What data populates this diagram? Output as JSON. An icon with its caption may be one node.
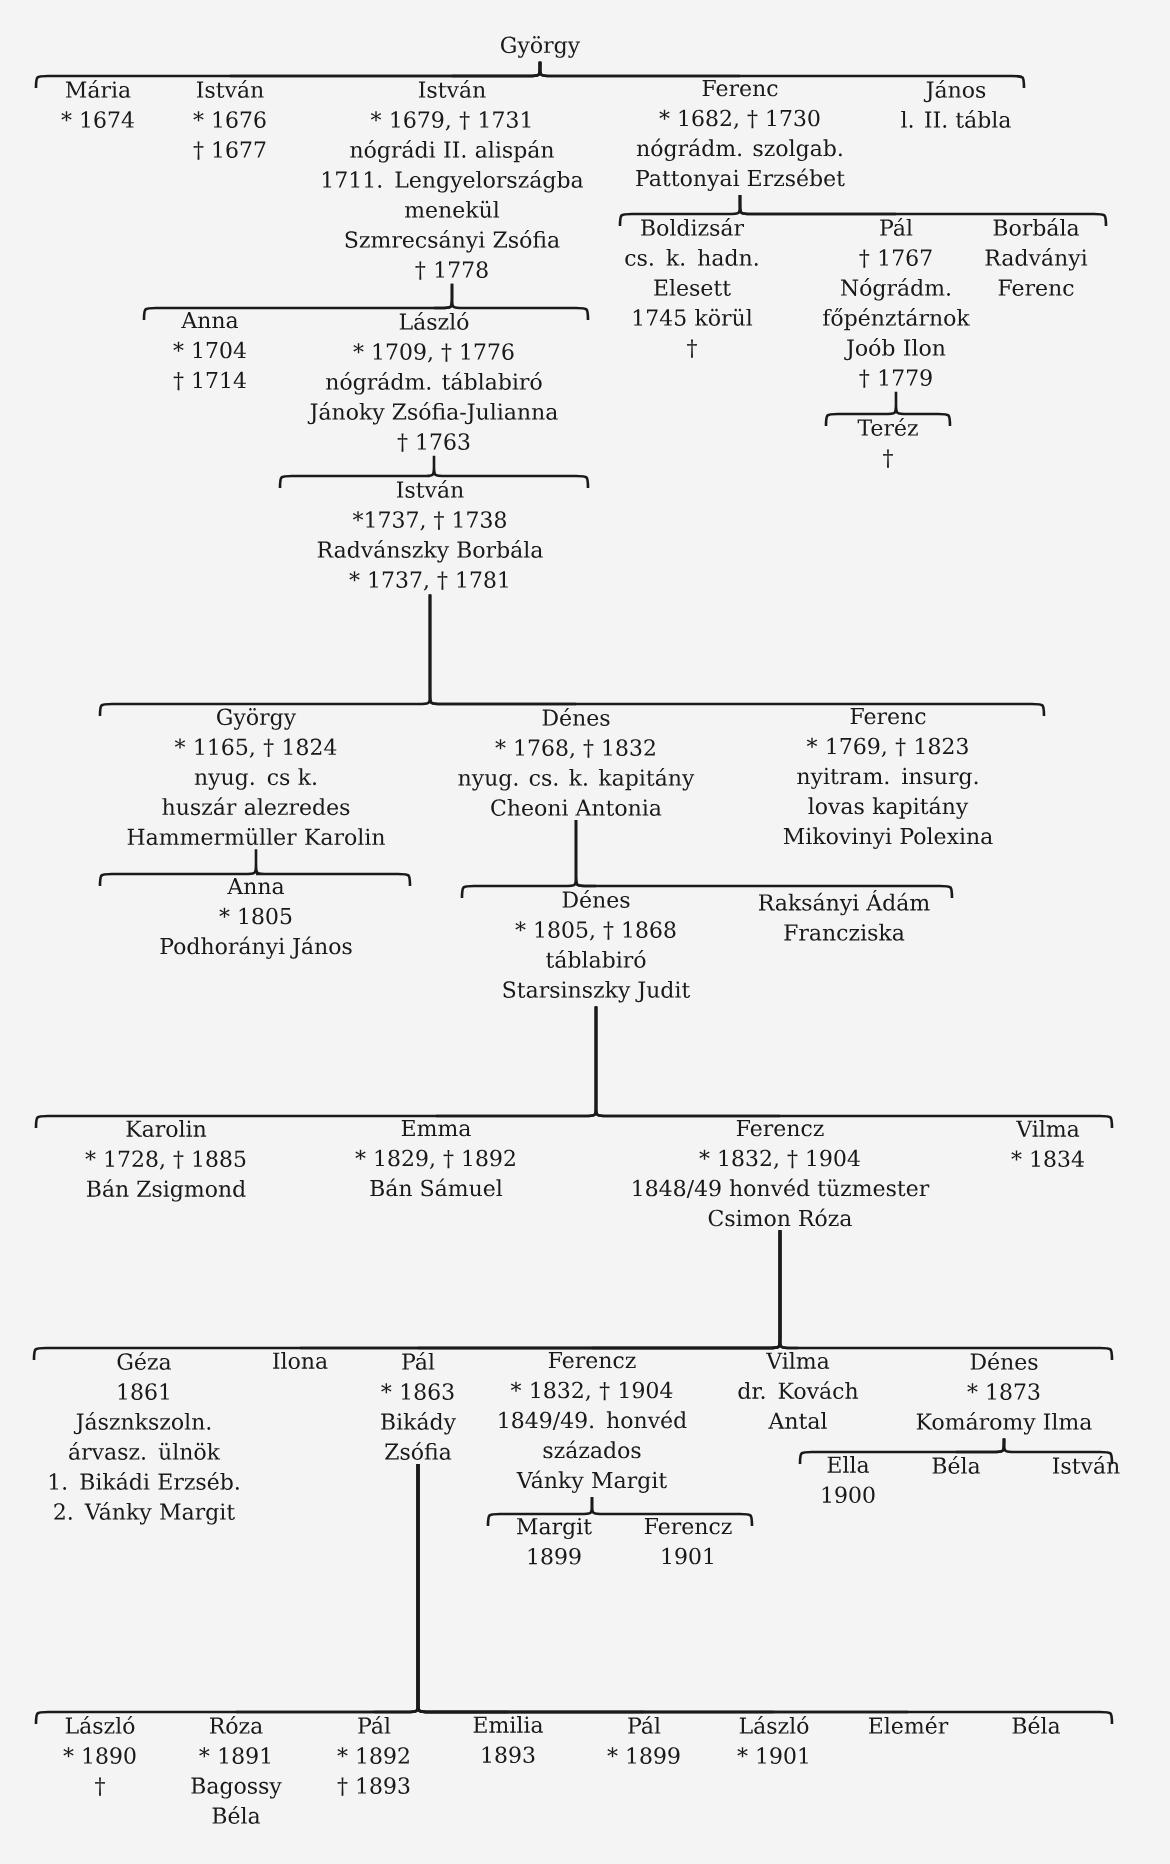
{
  "diagram": {
    "nodes": [
      {
        "text": [
          "György"
        ]
      },
      {
        "text": [
          "Mária",
          "* 1674"
        ]
      },
      {
        "text": [
          "István",
          "* 1676",
          "† 1677"
        ]
      },
      {
        "text": [
          "István",
          "* 1679, † 1731",
          "nógrádi II. alispán",
          "1711. Lengyelországba menekül",
          "Szmrecsányi Zsófia",
          "† 1778"
        ]
      },
      {
        "text": [
          "Ferenc",
          "* 1682, † 1730",
          "nógrádm. szolgab.",
          "Pattonyai Erzsébet"
        ]
      },
      {
        "text": [
          "János",
          "l. II. tábla"
        ]
      },
      {
        "text": [
          "Boldizsár",
          "cs. k. hadn.",
          "Elesett 1745 körül",
          "†"
        ]
      },
      {
        "text": [
          "Pál",
          "† 1767",
          "Nógrádm. főpénztárnok",
          "Joób Ilon",
          "† 1779"
        ]
      },
      {
        "text": [
          "Borbála",
          "Radványi Ferenc"
        ]
      },
      {
        "text": [
          "Teréz",
          "†"
        ]
      },
      {
        "text": [
          "Anna",
          "* 1704",
          "† 1714"
        ]
      },
      {
        "text": [
          "László",
          "* 1709, † 1776",
          "nógrádm. táblabiró",
          "Jánoky Zsófia-Julianna",
          "† 1763"
        ]
      },
      {
        "text": [
          "István",
          "*1737, † 1738",
          "Radvánszky Borbála",
          "* 1737, † 1781"
        ]
      },
      {
        "text": [
          "György",
          "* 1165, † 1824",
          "nyug. cs k. huszár alezredes",
          "Hammermüller Karolin"
        ]
      },
      {
        "text": [
          "Dénes",
          "* 1768, † 1832",
          "nyug. cs. k. kapitány",
          "Cheoni Antonia"
        ]
      },
      {
        "text": [
          "Ferenc",
          "* 1769, † 1823",
          "nyitram. insurg. lovas kapitány",
          "Mikovinyi Polexina"
        ]
      },
      {
        "text": [
          "Anna",
          "* 1805",
          "Podhorányi János"
        ]
      },
      {
        "text": [
          "Dénes",
          "* 1805, † 1868",
          "táblabiró",
          "Starsinszky Judit"
        ]
      },
      {
        "text": [
          "Raksányi Ádám",
          "Francziska"
        ]
      },
      {
        "text": [
          "Karolin",
          "* 1728, † 1885",
          "Bán Zsigmond"
        ]
      },
      {
        "text": [
          "Emma",
          "* 1829, † 1892",
          "Bán Sámuel"
        ]
      },
      {
        "text": [
          "Ferencz",
          "* 1832, † 1904",
          "1848/49 honvéd tüzmester",
          "Csimon Róza"
        ]
      },
      {
        "text": [
          "Vilma",
          "* 1834"
        ]
      },
      {
        "text": [
          "Géza",
          "1861",
          "Jásznkszoln. árvasz. ülnök",
          "1. Bikádi Erzséb.",
          "2. Vánky Margit"
        ]
      },
      {
        "text": [
          "Ilona"
        ]
      },
      {
        "text": [
          "Pál",
          "* 1863",
          "Bikády Zsófia"
        ]
      },
      {
        "text": [
          "Ferencz",
          "* 1832, † 1904",
          "1849/49. honvéd százados",
          "Vánky Margit"
        ]
      },
      {
        "text": [
          "Vilma",
          "dr. Kovách Antal"
        ]
      },
      {
        "text": [
          "Dénes",
          "* 1873",
          "Komáromy Ilma"
        ]
      },
      {
        "text": [
          "Margit",
          "1899"
        ]
      },
      {
        "text": [
          "Ferencz",
          "1901"
        ]
      },
      {
        "text": [
          "Ella",
          "1900"
        ]
      },
      {
        "text": [
          "Béla"
        ]
      },
      {
        "text": [
          "István"
        ]
      },
      {
        "text": [
          "László",
          "* 1890",
          "†"
        ]
      },
      {
        "text": [
          "Róza",
          "* 1891",
          "Bagossy Béla"
        ]
      },
      {
        "text": [
          "Pál",
          "* 1892",
          "† 1893"
        ]
      },
      {
        "text": [
          "Emilia",
          "1893"
        ]
      },
      {
        "text": [
          "Pál",
          "* 1899"
        ]
      },
      {
        "text": [
          "László",
          "* 1901"
        ]
      },
      {
        "text": [
          "Elemér"
        ]
      },
      {
        "text": [
          "Béla"
        ]
      }
    ],
    "edges": [
      {
        "from": 0,
        "to": 1,
        "arrow": "none"
      },
      {
        "from": 0,
        "to": 2,
        "arrow": "none"
      },
      {
        "from": 0,
        "to": 3,
        "arrow": "none"
      },
      {
        "from": 0,
        "to": 4,
        "arrow": "none"
      },
      {
        "from": 0,
        "to": 5,
        "arrow": "none"
      },
      {
        "from": 4,
        "to": 6,
        "arrow": "none"
      },
      {
        "from": 4,
        "to": 7,
        "arrow": "none"
      },
      {
        "from": 4,
        "to": 8,
        "arrow": "none"
      },
      {
        "from": 7,
        "to": 9,
        "arrow": "none"
      },
      {
        "from": 3,
        "to": 10,
        "arrow": "none"
      },
      {
        "from": 3,
        "to": 11,
        "arrow": "none"
      },
      {
        "from": 11,
        "to": 12,
        "arrow": "none"
      },
      {
        "from": 12,
        "to": 13,
        "arrow": "none"
      },
      {
        "from": 12,
        "to": 14,
        "arrow": "none"
      },
      {
        "from": 12,
        "to": 15,
        "arrow": "none"
      },
      {
        "from": 13,
        "to": 16,
        "arrow": "none"
      },
      {
        "from": 14,
        "to": 17,
        "arrow": "none"
      },
      {
        "from": 14,
        "to": 18,
        "arrow": "none"
      },
      {
        "from": 17,
        "to": 19,
        "arrow": "none"
      },
      {
        "from": 17,
        "to": 20,
        "arrow": "none"
      },
      {
        "from": 17,
        "to": 21,
        "arrow": "none"
      },
      {
        "from": 17,
        "to": 22,
        "arrow": "none"
      },
      {
        "from": 21,
        "to": 23,
        "arrow": "none"
      },
      {
        "from": 21,
        "to": 24,
        "arrow": "none"
      },
      {
        "from": 21,
        "to": 25,
        "arrow": "none"
      },
      {
        "from": 21,
        "to": 26,
        "arrow": "none"
      },
      {
        "from": 21,
        "to": 27,
        "arrow": "none"
      },
      {
        "from": 21,
        "to": 28,
        "arrow": "none"
      },
      {
        "from": 26,
        "to": 29,
        "arrow": "none"
      },
      {
        "from": 26,
        "to": 30,
        "arrow": "none"
      },
      {
        "from": 28,
        "to": 31,
        "arrow": "none"
      },
      {
        "from": 28,
        "to": 32,
        "arrow": "none"
      },
      {
        "from": 28,
        "to": 33,
        "arrow": "none"
      },
      {
        "from": 25,
        "to": 34,
        "arrow": "none"
      },
      {
        "from": 25,
        "to": 35,
        "arrow": "none"
      },
      {
        "from": 25,
        "to": 36,
        "arrow": "none"
      },
      {
        "from": 25,
        "to": 37,
        "arrow": "none"
      },
      {
        "from": 25,
        "to": 38,
        "arrow": "none"
      },
      {
        "from": 25,
        "to": 39,
        "arrow": "none"
      },
      {
        "from": 25,
        "to": 40,
        "arrow": "none"
      },
      {
        "from": 25,
        "to": 41,
        "arrow": "none"
      }
    ]
  }
}
